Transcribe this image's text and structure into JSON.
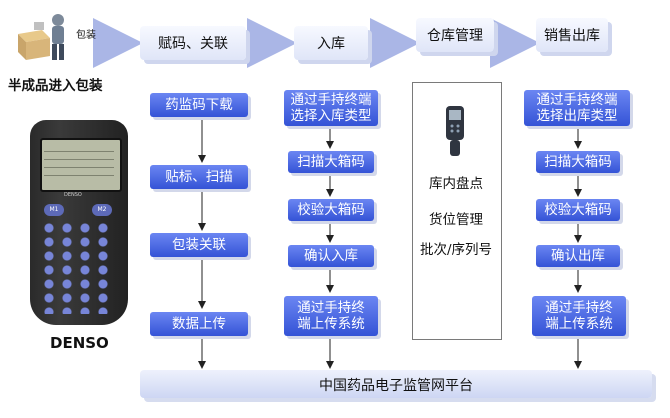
{
  "source": {
    "badge": "包装",
    "caption": "半成品进入包装",
    "device_brand": "DENSO",
    "device_keys_top": [
      "M1",
      "M2"
    ],
    "device_label": "DENSO"
  },
  "columns": [
    {
      "header": "赋码、关联",
      "steps": [
        "药监码下载",
        "贴标、扫描",
        "包装关联",
        "数据上传"
      ]
    },
    {
      "header": "入库",
      "steps": [
        "通过手持终端\n选择入库类型",
        "扫描大箱码",
        "校验大箱码",
        "确认入库",
        "通过手持终\n端上传系统"
      ]
    },
    {
      "header": "仓库管理",
      "items": [
        "库内盘点",
        "货位管理",
        "批次/序列号"
      ]
    },
    {
      "header": "销售出库",
      "steps": [
        "通过手持终端\n选择出库类型",
        "扫描大箱码",
        "校验大箱码",
        "确认出库",
        "通过手持终\n端上传系统"
      ]
    }
  ],
  "platform": "中国药品电子监管网平台",
  "colors": {
    "step_fill": "#4a66e0",
    "header_fill": "#e4e9fa",
    "arrow": "#222222",
    "flow_arrow": "#aab6e6"
  }
}
